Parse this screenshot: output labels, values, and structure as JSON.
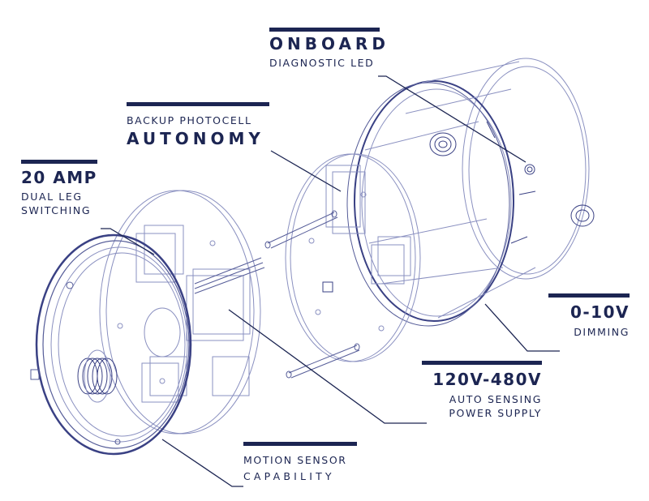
{
  "callouts": {
    "onboard_led": {
      "line1": "ONBOARD",
      "line2": "DIAGNOSTIC LED"
    },
    "photocell": {
      "line1": "BACKUP PHOTOCELL",
      "line2": "AUTONOMY"
    },
    "amp": {
      "line1": "20 AMP",
      "line2": "DUAL LEG",
      "line3": "SWITCHING"
    },
    "dimming": {
      "line1": "0-10V",
      "line2": "DIMMING"
    },
    "power": {
      "line1": "120V-480V",
      "line2": "AUTO SENSING",
      "line3": "POWER SUPPLY"
    },
    "motion": {
      "line1": "MOTION SENSOR",
      "line2": "CAPABILITY"
    }
  },
  "colors": {
    "ink": "#1c2552",
    "wire_light": "#8a90c0",
    "wire_dark": "#3a4184"
  }
}
